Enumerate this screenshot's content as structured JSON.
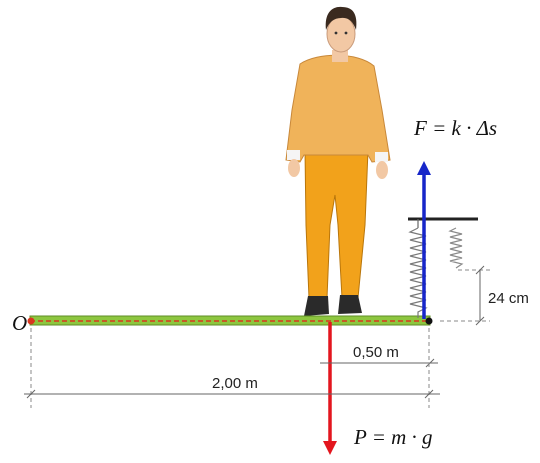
{
  "labels": {
    "origin": "O",
    "force_spring": "F = k · Δs",
    "weight": "P = m · g",
    "spring_extension": "24 cm",
    "person_distance": "0,50 m",
    "beam_length": "2,00 m"
  },
  "colors": {
    "beam": "#8dc63f",
    "beam_dash": "#d9361f",
    "force_spring": "#1726c9",
    "weight": "#e3161e",
    "shirt": "#f0b35a",
    "trousers": "#f2a21b"
  }
}
